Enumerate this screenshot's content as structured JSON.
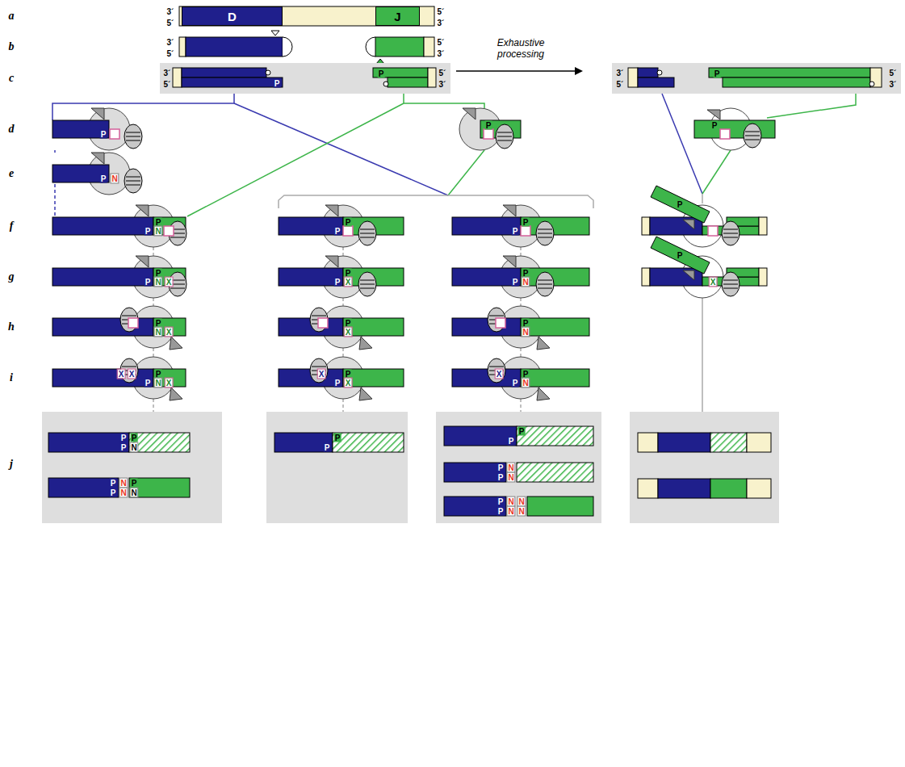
{
  "diagram": {
    "nodes": [
      {
        "text": [
          "D"
        ]
      },
      {
        "text": [
          "J"
        ]
      }
    ],
    "labels": [
      "a",
      "b",
      "c",
      "d",
      "e",
      "f",
      "g",
      "h",
      "i",
      "j",
      "3´",
      "5´",
      "5´",
      "3´",
      "3´",
      "5´",
      "5´",
      "3´",
      "3´",
      "5´",
      "P",
      "P",
      "5´",
      "3´",
      "Exhaustive processing",
      "3´",
      "5´",
      "P",
      "5´",
      "3´",
      "P",
      "P",
      "P",
      "P",
      "N",
      "P",
      "P",
      "N",
      "P",
      "P",
      "P",
      "P",
      "P",
      "P",
      "P",
      "N",
      "X",
      "P",
      "P",
      "X",
      "P",
      "P",
      "N",
      "P",
      "X",
      "P",
      "N",
      "X",
      "P",
      "X",
      "P",
      "N",
      "X",
      "X",
      "P",
      "P",
      "N",
      "X",
      "X",
      "P",
      "P",
      "X",
      "X",
      "P",
      "P",
      "N",
      "P",
      "P",
      "P",
      "N",
      "P",
      "N",
      "P",
      "P",
      "N",
      "N",
      "P",
      "P",
      "P",
      "P",
      "P",
      "N",
      "P",
      "N",
      "P",
      "N",
      "N",
      "P",
      "N",
      "N"
    ]
  }
}
